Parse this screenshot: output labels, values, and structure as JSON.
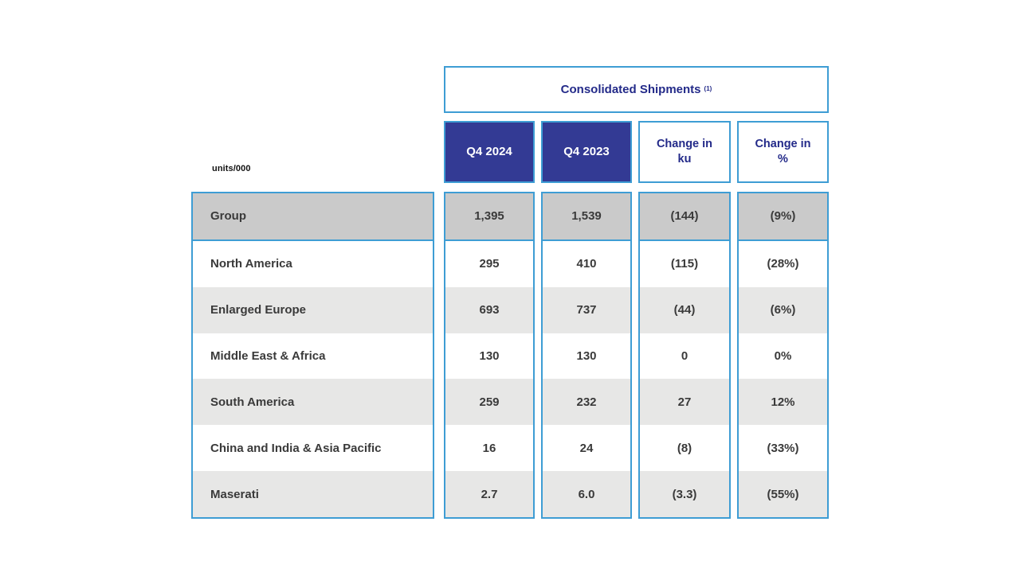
{
  "units_label": "units/000",
  "title": {
    "text": "Consolidated Shipments",
    "superscript": "(1)"
  },
  "columns": [
    {
      "label": "Q4 2024"
    },
    {
      "label": "Q4 2023"
    },
    {
      "label": "Change in ku"
    },
    {
      "label": "Change in %"
    }
  ],
  "rows": [
    {
      "label": "Group",
      "q4_2024": "1,395",
      "q4_2023": "1,539",
      "change_ku": "(144)",
      "change_pct": "(9%)"
    },
    {
      "label": "North America",
      "q4_2024": "295",
      "q4_2023": "410",
      "change_ku": "(115)",
      "change_pct": "(28%)"
    },
    {
      "label": "Enlarged Europe",
      "q4_2024": "693",
      "q4_2023": "737",
      "change_ku": "(44)",
      "change_pct": "(6%)"
    },
    {
      "label": "Middle East & Africa",
      "q4_2024": "130",
      "q4_2023": "130",
      "change_ku": "0",
      "change_pct": "0%"
    },
    {
      "label": "South America",
      "q4_2024": "259",
      "q4_2023": "232",
      "change_ku": "27",
      "change_pct": "12%"
    },
    {
      "label": "China and India & Asia Pacific",
      "q4_2024": "16",
      "q4_2023": "24",
      "change_ku": "(8)",
      "change_pct": "(33%)"
    },
    {
      "label": "Maserati",
      "q4_2024": "2.7",
      "q4_2023": "6.0",
      "change_ku": "(3.3)",
      "change_pct": "(55%)"
    }
  ],
  "colors": {
    "border_blue": "#3e9dd4",
    "header_fill_blue": "#333a94",
    "navy_text": "#232a89",
    "group_row_gray": "#cacaca",
    "alt_row_gray": "#e7e7e6",
    "body_text": "#3a3a3a"
  },
  "chart_data": {
    "type": "table",
    "title": "Consolidated Shipments (1)",
    "units": "units/000",
    "columns": [
      "Q4 2024",
      "Q4 2023",
      "Change in ku",
      "Change in %"
    ],
    "categories": [
      "Group",
      "North America",
      "Enlarged Europe",
      "Middle East & Africa",
      "South America",
      "China and India & Asia Pacific",
      "Maserati"
    ],
    "series": [
      {
        "name": "Q4 2024",
        "values": [
          1395,
          295,
          693,
          130,
          259,
          16,
          2.7
        ]
      },
      {
        "name": "Q4 2023",
        "values": [
          1539,
          410,
          737,
          130,
          232,
          24,
          6.0
        ]
      },
      {
        "name": "Change in ku",
        "values": [
          -144,
          -115,
          -44,
          0,
          27,
          -8,
          -3.3
        ]
      },
      {
        "name": "Change in %",
        "values": [
          -9,
          -28,
          -6,
          0,
          12,
          -33,
          -55
        ]
      }
    ],
    "notes": "Parentheses denote negative values; Group summary row highlighted"
  }
}
